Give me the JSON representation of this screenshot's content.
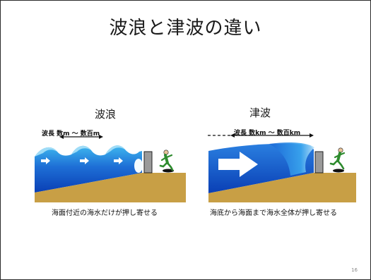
{
  "slide": {
    "title": "波浪と津波の違い",
    "page_number": "16"
  },
  "left_panel": {
    "heading": "波浪",
    "wavelength_label": "波長 数m 〜 数百m",
    "caption": "海面付近の海水だけが押し寄せる"
  },
  "right_panel": {
    "heading": "津波",
    "wavelength_label": "波長 数km 〜 数百km",
    "caption": "海底から海面まで海水全体が押し寄せる"
  },
  "colors": {
    "sea_dark": "#0a3fb5",
    "sea_light": "#3fb8ef",
    "seabed": "#c89f45",
    "person": "#2e8b2e"
  }
}
